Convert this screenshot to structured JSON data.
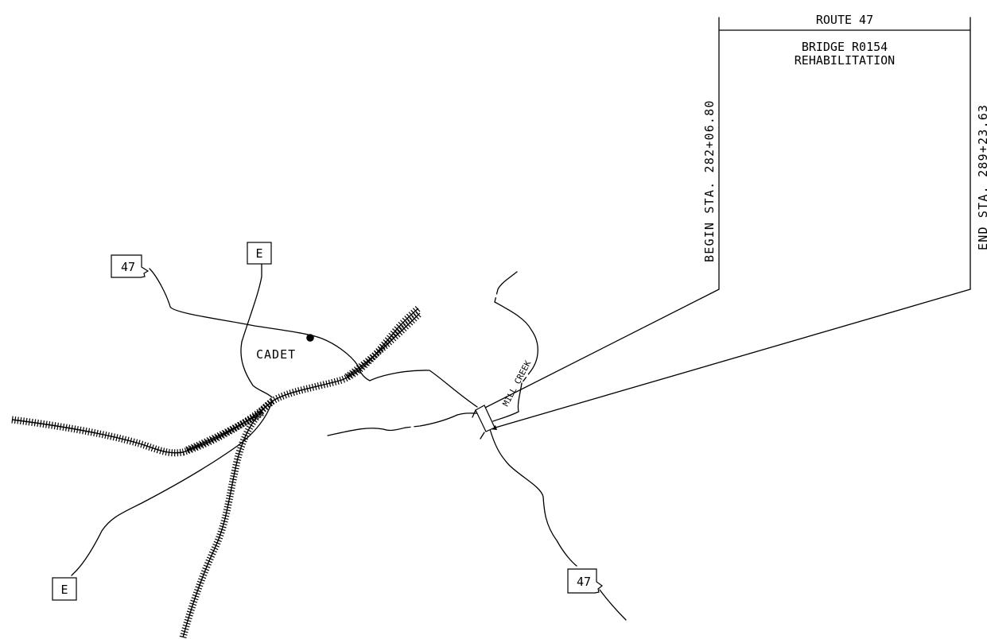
{
  "title_block": {
    "route": "ROUTE 47",
    "project_line1": "BRIDGE R0154",
    "project_line2": "REHABILITATION",
    "begin_station": "BEGIN STA. 282+06.80",
    "end_station": "END STA. 289+23.63"
  },
  "labels": {
    "town": "CADET",
    "creek": "MILL CREEK"
  },
  "route_shields": {
    "state_route": "47",
    "state_route_se": "47",
    "county_route_north": "E",
    "county_route_sw": "E"
  }
}
